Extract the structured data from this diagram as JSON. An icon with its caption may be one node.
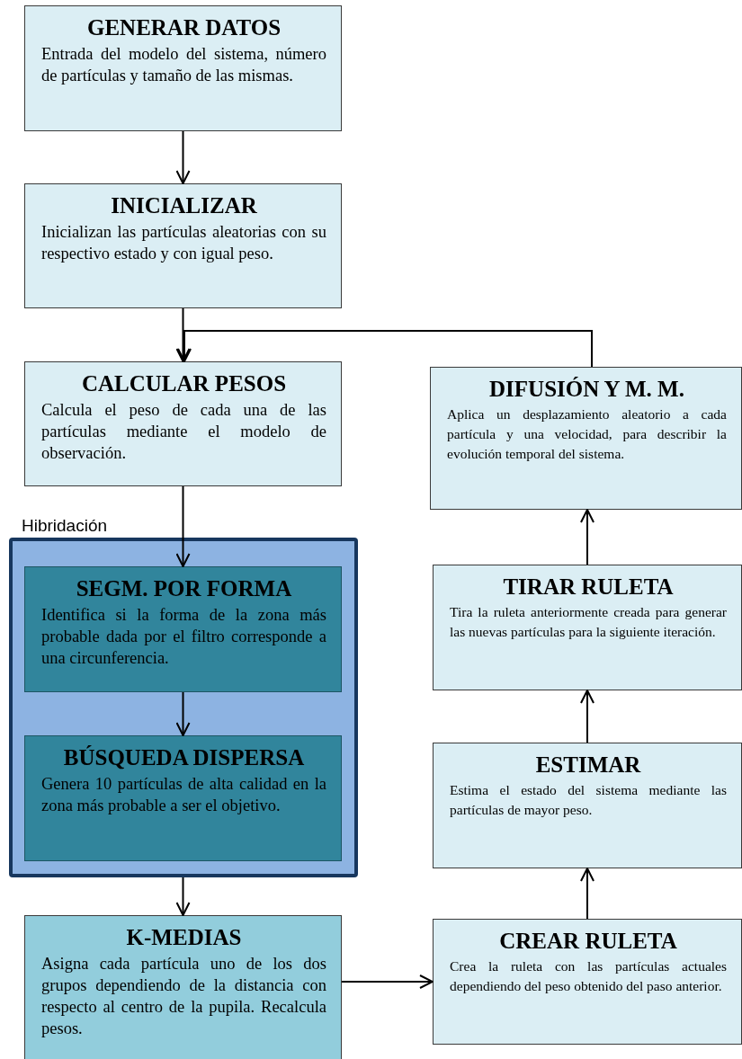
{
  "diagram": {
    "nodes": [
      {
        "text": [
          "GENERAR DATOS",
          "Entrada del modelo del sistema, número de partículas y tamaño de las mismas."
        ]
      },
      {
        "text": [
          "INICIALIZAR",
          "Inicializan las partículas aleatorias con su respectivo estado y con igual peso."
        ]
      },
      {
        "text": [
          "CALCULAR PESOS",
          "Calcula el peso de cada una de las partículas mediante el modelo de observación."
        ]
      },
      {
        "text": [
          "Hibridación"
        ]
      },
      {
        "text": [
          "SEGM. POR FORMA",
          "Identifica si la forma de la zona más probable dada por el filtro corresponde a una circunferencia."
        ],
        "in": 3
      },
      {
        "text": [
          "BÚSQUEDA DISPERSA",
          "Genera 10 partículas de alta calidad en la zona más probable a ser el objetivo."
        ],
        "in": 3
      },
      {
        "text": [
          "K-MEDIAS",
          "Asigna cada partícula uno de los dos grupos dependiendo de la distancia con respecto al centro de la pupila. Recalcula pesos."
        ]
      },
      {
        "text": [
          "CREAR RULETA",
          "Crea la ruleta con las partículas actuales dependiendo del peso obtenido del paso anterior."
        ]
      },
      {
        "text": [
          "ESTIMAR",
          "Estima el estado del sistema mediante las partículas de mayor peso."
        ]
      },
      {
        "text": [
          "TIRAR RULETA",
          "Tira la ruleta anteriormente creada para generar las nuevas partículas para la siguiente iteración."
        ]
      },
      {
        "text": [
          "DIFUSIÓN Y M. M.",
          "Aplica un desplazamiento aleatorio a cada partícula y una velocidad, para describir la evolución temporal del sistema."
        ]
      }
    ],
    "edges": [
      {
        "from": 0,
        "to": 1,
        "arrow": "to"
      },
      {
        "from": 1,
        "to": 2,
        "arrow": "to"
      },
      {
        "from": 2,
        "to": 4,
        "arrow": "to"
      },
      {
        "from": 4,
        "to": 5,
        "arrow": "to"
      },
      {
        "from": 3,
        "to": 6,
        "arrow": "to"
      },
      {
        "from": 6,
        "to": 7,
        "arrow": "to"
      },
      {
        "from": 7,
        "to": 8,
        "arrow": "to"
      },
      {
        "from": 8,
        "to": 9,
        "arrow": "to"
      },
      {
        "from": 9,
        "to": 10,
        "arrow": "to"
      },
      {
        "from": 10,
        "to": 2,
        "arrow": "to"
      }
    ]
  }
}
